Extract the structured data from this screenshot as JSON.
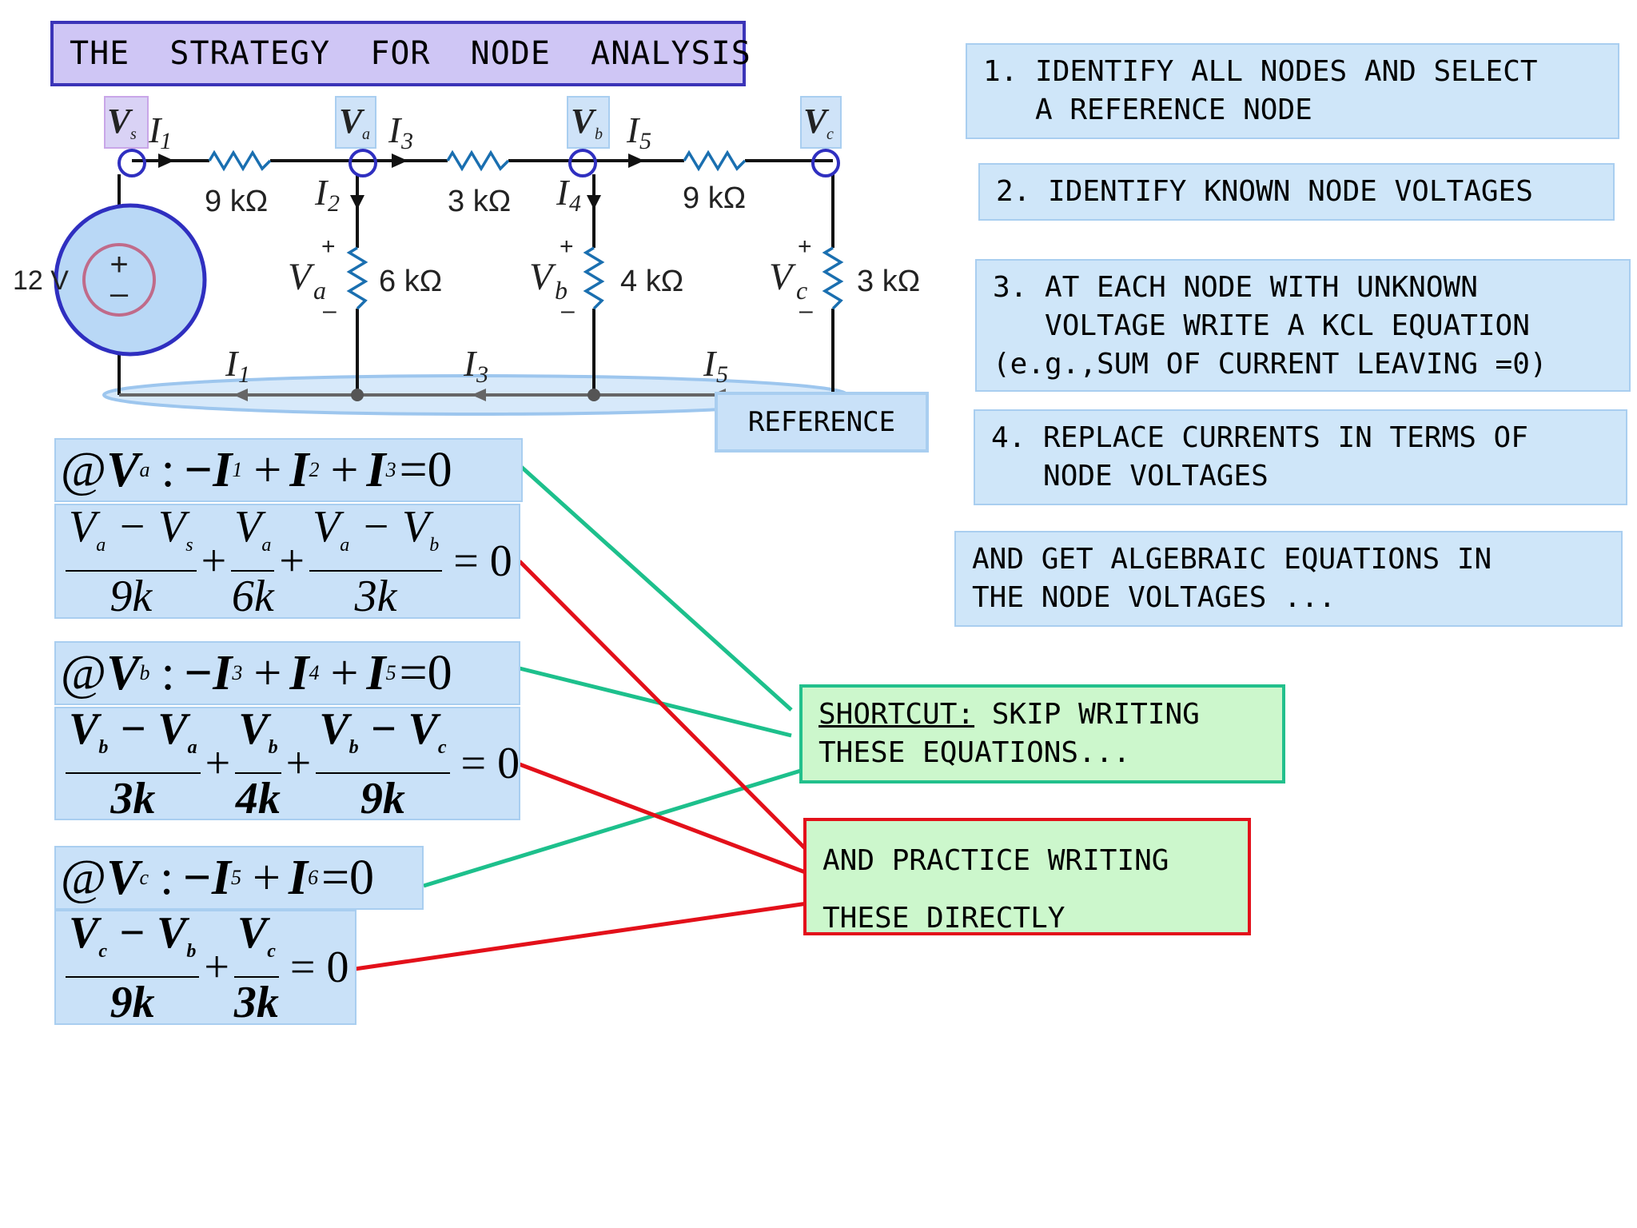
{
  "title": "THE  STRATEGY  FOR  NODE  ANALYSIS",
  "steps": [
    {
      "lines": [
        "1. IDENTIFY ALL NODES AND SELECT",
        "   A REFERENCE NODE"
      ]
    },
    {
      "lines": [
        "2. IDENTIFY KNOWN NODE VOLTAGES"
      ]
    },
    {
      "lines": [
        "3. AT EACH NODE WITH UNKNOWN",
        "   VOLTAGE WRITE A KCL EQUATION",
        "(e.g.,SUM OF CURRENT LEAVING =0)"
      ]
    },
    {
      "lines": [
        "4. REPLACE CURRENTS IN TERMS OF",
        "   NODE VOLTAGES"
      ]
    },
    {
      "lines": [
        "AND GET ALGEBRAIC EQUATIONS IN",
        "THE NODE VOLTAGES ..."
      ]
    }
  ],
  "reference_label": "REFERENCE",
  "shortcut": {
    "underlined": "SHORTCUT:",
    "rest_line1": " SKIP WRITING",
    "line2": "THESE EQUATIONS..."
  },
  "practice": {
    "line1": "AND PRACTICE WRITING",
    "line2": "THESE DIRECTLY"
  },
  "circuit": {
    "source": "12 V",
    "resistors": [
      "9 kΩ",
      "3 kΩ",
      "9 kΩ",
      "6 kΩ",
      "4 kΩ",
      "3 kΩ"
    ],
    "node_labels": {
      "vs": "V",
      "vs_sub": "s",
      "va": "V",
      "va_sub": "a",
      "vb": "V",
      "vb_sub": "b",
      "vc": "V",
      "vc_sub": "c"
    },
    "currents": {
      "i1": "I",
      "i1_sub": "1",
      "i2": "I",
      "i2_sub": "2",
      "i3": "I",
      "i3_sub": "3",
      "i4": "I",
      "i4_sub": "4",
      "i5": "I",
      "i5_sub": "5"
    },
    "voltage_labels": {
      "va": "V",
      "va_sub": "a",
      "vb": "V",
      "vb_sub": "b",
      "vc": "V",
      "vc_sub": "c"
    },
    "plus": "+",
    "minus": "–"
  },
  "equations": {
    "node_a_kcl": {
      "at": "@",
      "v": "V",
      "vsub": "a",
      "colon": ":",
      "t1": "−I",
      "s1": "1",
      "op1": "+",
      "t2": "I",
      "s2": "2",
      "op2": "+",
      "t3": "I",
      "s3": "3",
      "eq": "=0"
    },
    "node_a_sub": {
      "f1n": "V",
      "f1na": "a",
      "f1nm": " − V",
      "f1nb": "s",
      "f1d": "9k",
      "p1": "+",
      "f2n": "V",
      "f2na": "a",
      "f2d": "6k",
      "p2": "+",
      "f3n": "V",
      "f3na": "a",
      "f3nm": " − V",
      "f3nb": "b",
      "f3d": "3k",
      "eq": "= 0"
    },
    "node_b_kcl": {
      "at": "@",
      "v": "V",
      "vsub": "b",
      "colon": ":",
      "t1": "−I",
      "s1": "3",
      "op1": "+",
      "t2": "I",
      "s2": "4",
      "op2": "+",
      "t3": "I",
      "s3": "5",
      "eq": "=0"
    },
    "node_b_sub": {
      "f1n": "V",
      "f1na": "b",
      "f1nm": " − V",
      "f1nb": "a",
      "f1d": "3k",
      "p1": "+",
      "f2n": "V",
      "f2na": "b",
      "f2d": "4k",
      "p2": "+",
      "f3n": "V",
      "f3na": "b",
      "f3nm": " − V",
      "f3nb": "c",
      "f3d": "9k",
      "eq": "= 0"
    },
    "node_c_kcl": {
      "at": "@",
      "v": "V",
      "vsub": "c",
      "colon": ":",
      "t1": "−I",
      "s1": "5",
      "op1": "+",
      "t2": "I",
      "s2": "6",
      "eq": "=0"
    },
    "node_c_sub": {
      "f1n": "V",
      "f1na": "c",
      "f1nm": " − V",
      "f1nb": "b",
      "f1d": "9k",
      "p1": "+",
      "f2n": "V",
      "f2na": "c",
      "f2d": "3k",
      "eq": "= 0"
    }
  },
  "colors": {
    "green_line": "#1dc08c",
    "red_line": "#e3101a",
    "node_circle": "#2f2fc0",
    "wire": "#111111",
    "resistor": "#1a6fb0"
  }
}
